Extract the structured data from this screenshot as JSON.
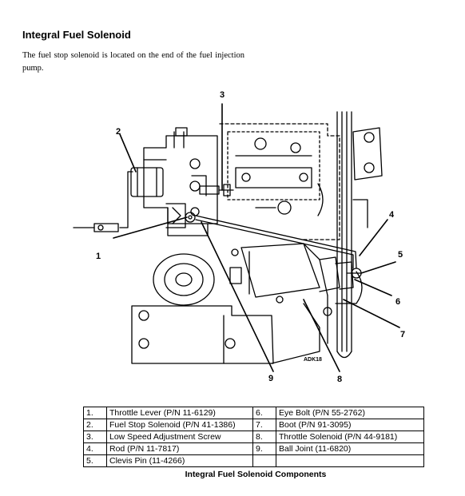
{
  "heading": "Integral Fuel Solenoid",
  "intro": "The fuel stop solenoid is located on the end of the fuel injection pump.",
  "figure": {
    "code": "ADK18",
    "callouts": [
      "1",
      "2",
      "3",
      "4",
      "5",
      "6",
      "7",
      "8",
      "9"
    ]
  },
  "parts_table": {
    "rows": [
      {
        "left_num": "1.",
        "left_desc": "Throttle Lever (P/N 11-6129)",
        "right_num": "6.",
        "right_desc": "Eye Bolt (P/N 55-2762)"
      },
      {
        "left_num": "2.",
        "left_desc": "Fuel Stop Solenoid (P/N 41-1386)",
        "right_num": "7.",
        "right_desc": "Boot (P/N 91-3095)"
      },
      {
        "left_num": "3.",
        "left_desc": "Low Speed Adjustment Screw",
        "right_num": "8.",
        "right_desc": "Throttle Solenoid (P/N 44-9181)"
      },
      {
        "left_num": "4.",
        "left_desc": "Rod (P/N 11-7817)",
        "right_num": "9.",
        "right_desc": "Ball Joint (11-6820)"
      },
      {
        "left_num": "5.",
        "left_desc": "Clevis Pin (11-4266)",
        "right_num": "",
        "right_desc": ""
      }
    ]
  },
  "caption": "Integral Fuel Solenoid Components"
}
